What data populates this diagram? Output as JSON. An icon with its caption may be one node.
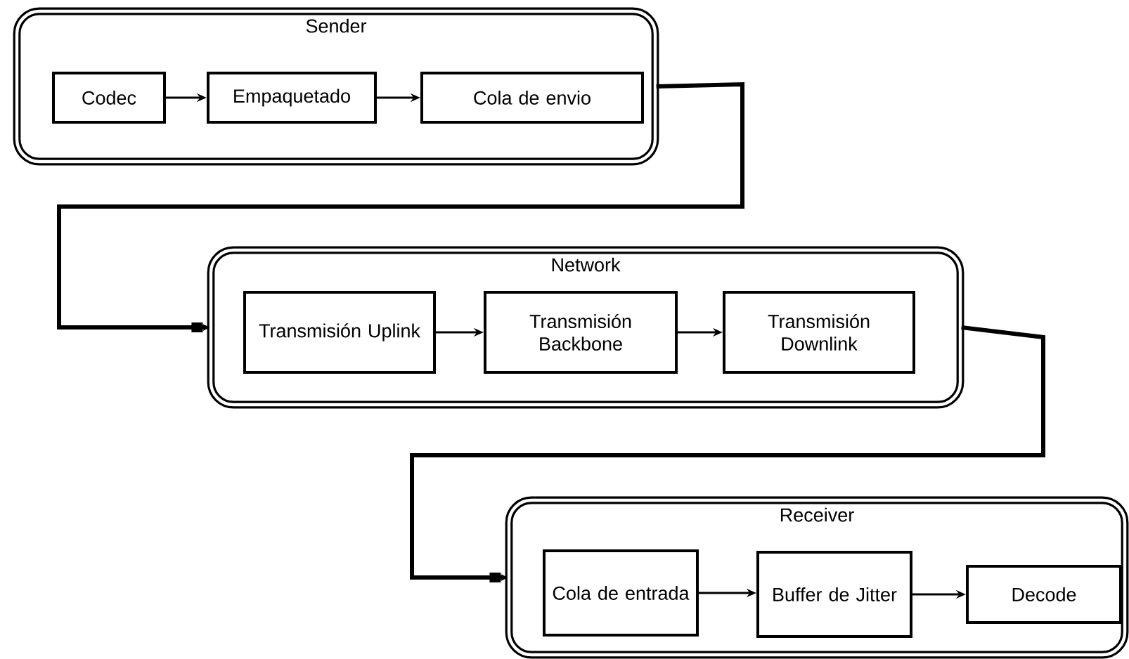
{
  "diagram": {
    "nodes": [
      {
        "text": [
          "Sender"
        ]
      },
      {
        "text": [
          "Codec"
        ],
        "in": 0
      },
      {
        "text": [
          "Empaquetado"
        ],
        "in": 0
      },
      {
        "text": [
          "Cola de envio"
        ],
        "in": 0
      },
      {
        "text": [
          "Network"
        ]
      },
      {
        "text": [
          "Transmisión Uplink"
        ],
        "in": 4
      },
      {
        "text": [
          "Transmisión Backbone"
        ],
        "in": 4
      },
      {
        "text": [
          "Transmisión Downlink"
        ],
        "in": 4
      },
      {
        "text": [
          "Receiver"
        ]
      },
      {
        "text": [
          "Cola de entrada"
        ],
        "in": 8
      },
      {
        "text": [
          "Buffer de Jitter"
        ],
        "in": 8
      },
      {
        "text": [
          "Decode"
        ],
        "in": 8
      }
    ],
    "edges": [
      {
        "from": 1,
        "to": 2,
        "arrow": "to"
      },
      {
        "from": 2,
        "to": 3,
        "arrow": "to"
      },
      {
        "from": 0,
        "to": 4,
        "arrow": "to",
        "style": "thick"
      },
      {
        "from": 5,
        "to": 6,
        "arrow": "to"
      },
      {
        "from": 6,
        "to": 7,
        "arrow": "to"
      },
      {
        "from": 4,
        "to": 8,
        "arrow": "to",
        "style": "thick"
      },
      {
        "from": 9,
        "to": 10,
        "arrow": "to"
      },
      {
        "from": 10,
        "to": 11,
        "arrow": "to"
      }
    ]
  }
}
